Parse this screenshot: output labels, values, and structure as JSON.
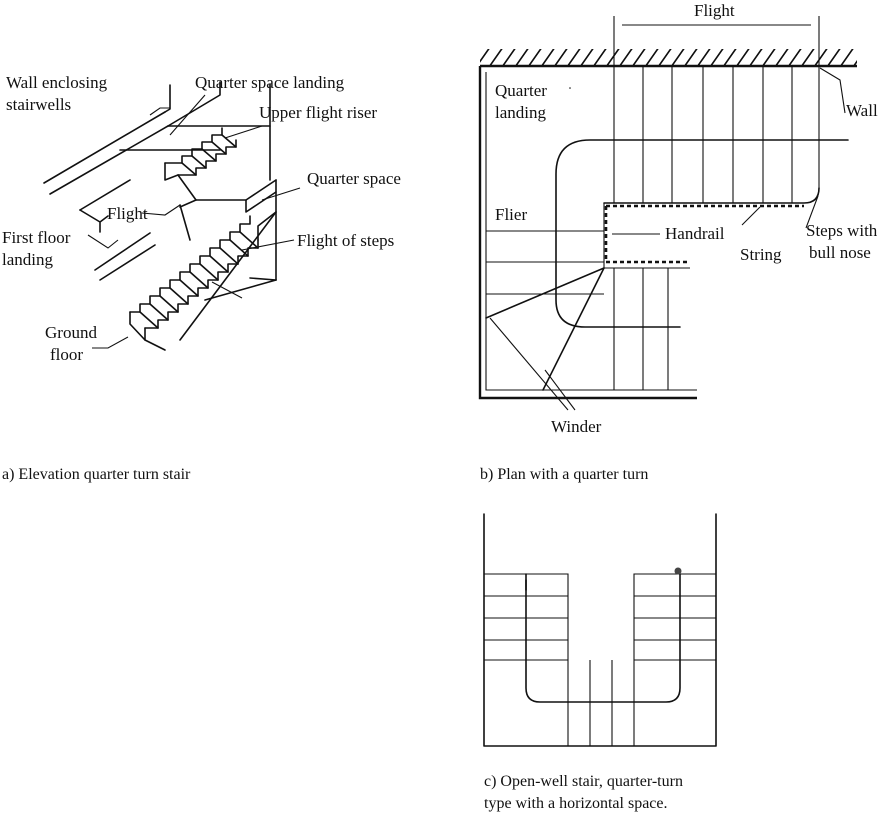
{
  "figure_a": {
    "labels": {
      "wall_enclosing_1": "Wall enclosing",
      "wall_enclosing_2": "stairwells",
      "quarter_space_landing": "Quarter space landing",
      "upper_flight_riser": "Upper flight riser",
      "quarter_space": "Quarter space",
      "flight": "Flight",
      "flight_of_steps": "Flight of steps",
      "first_floor_1": "First floor",
      "first_floor_2": "landing",
      "ground_1": "Ground",
      "ground_2": "floor"
    },
    "caption": "a) Elevation quarter turn stair"
  },
  "figure_b": {
    "labels": {
      "flight": "Flight",
      "quarter_1": "Quarter",
      "quarter_2": "landing",
      "wall": "Wall",
      "flier": "Flier",
      "handrail": "Handrail",
      "string": "String",
      "steps_with": "Steps with",
      "bull_nose": "bull nose",
      "winder": "Winder"
    },
    "caption": "b) Plan with a quarter turn"
  },
  "figure_c": {
    "caption_line1": "c) Open-well stair, quarter-turn",
    "caption_line2": "type with a horizontal space."
  }
}
